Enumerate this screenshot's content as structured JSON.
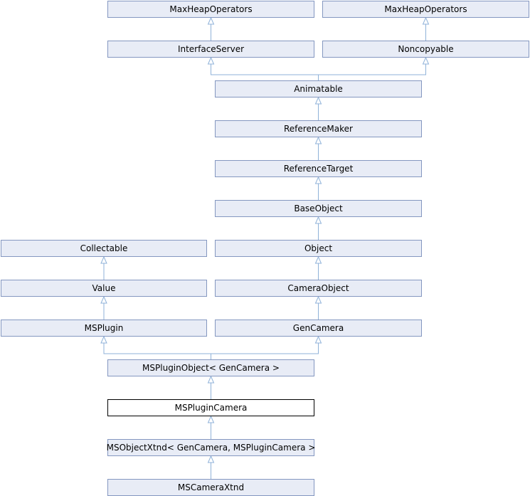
{
  "nodes": [
    {
      "id": "mho1",
      "label": "MaxHeapOperators"
    },
    {
      "id": "mho2",
      "label": "MaxHeapOperators"
    },
    {
      "id": "interfaceserver",
      "label": "InterfaceServer"
    },
    {
      "id": "noncopyable",
      "label": "Noncopyable"
    },
    {
      "id": "animatable",
      "label": "Animatable"
    },
    {
      "id": "referencemaker",
      "label": "ReferenceMaker"
    },
    {
      "id": "referencetarget",
      "label": "ReferenceTarget"
    },
    {
      "id": "baseobject",
      "label": "BaseObject"
    },
    {
      "id": "collectable",
      "label": "Collectable"
    },
    {
      "id": "object",
      "label": "Object"
    },
    {
      "id": "value",
      "label": "Value"
    },
    {
      "id": "cameraobject",
      "label": "CameraObject"
    },
    {
      "id": "msplugin",
      "label": "MSPlugin"
    },
    {
      "id": "gencamera",
      "label": "GenCamera"
    },
    {
      "id": "mspluginobject",
      "label": "MSPluginObject< GenCamera >"
    },
    {
      "id": "msplugincamera",
      "label": "MSPluginCamera",
      "current": true
    },
    {
      "id": "msobjectxtnd",
      "label": "MSObjectXtnd< GenCamera, MSPluginCamera >"
    },
    {
      "id": "mscameraxtnd",
      "label": "MSCameraXtnd"
    }
  ],
  "edges": [
    {
      "from": "interfaceserver",
      "to": "mho1"
    },
    {
      "from": "noncopyable",
      "to": "mho2"
    },
    {
      "from": "animatable",
      "to": "interfaceserver"
    },
    {
      "from": "animatable",
      "to": "noncopyable"
    },
    {
      "from": "referencemaker",
      "to": "animatable"
    },
    {
      "from": "referencetarget",
      "to": "referencemaker"
    },
    {
      "from": "baseobject",
      "to": "referencetarget"
    },
    {
      "from": "object",
      "to": "baseobject"
    },
    {
      "from": "value",
      "to": "collectable"
    },
    {
      "from": "cameraobject",
      "to": "object"
    },
    {
      "from": "msplugin",
      "to": "value"
    },
    {
      "from": "gencamera",
      "to": "cameraobject"
    },
    {
      "from": "mspluginobject",
      "to": "msplugin"
    },
    {
      "from": "mspluginobject",
      "to": "gencamera"
    },
    {
      "from": "msplugincamera",
      "to": "mspluginobject"
    },
    {
      "from": "msobjectxtnd",
      "to": "msplugincamera"
    },
    {
      "from": "mscameraxtnd",
      "to": "msobjectxtnd"
    }
  ],
  "colors": {
    "node_fill": "#e8ecf6",
    "node_border": "#8497c0",
    "current_fill": "#ffffff",
    "current_border": "#000000",
    "edge": "#8fb2d9"
  }
}
